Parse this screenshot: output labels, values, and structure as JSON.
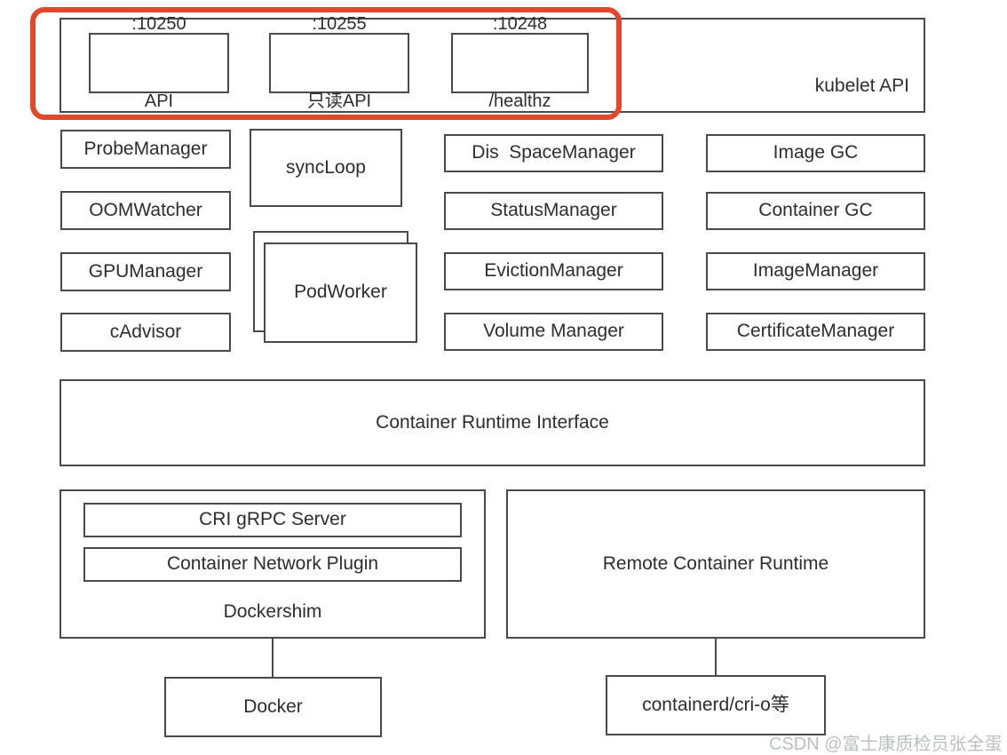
{
  "kubelet_api": {
    "label": "kubelet API",
    "ports": [
      {
        "line1": ":10250",
        "line2": "API"
      },
      {
        "line1": ":10255",
        "line2": "只读API"
      },
      {
        "line1": ":10248",
        "line2": "/healthz"
      }
    ]
  },
  "managers": {
    "col1": [
      "ProbeManager",
      "OOMWatcher",
      "GPUManager",
      "cAdvisor"
    ],
    "sync_loop": "syncLoop",
    "pod_worker": "PodWorker",
    "col3": [
      "Dis  SpaceManager",
      "StatusManager",
      "EvictionManager",
      "Volume Manager"
    ],
    "col4": [
      "Image GC",
      "Container GC",
      "ImageManager",
      "CertificateManager"
    ]
  },
  "cri": {
    "label": "Container Runtime Interface"
  },
  "dockershim": {
    "title": "Dockershim",
    "items": [
      "CRI gRPC Server",
      "Container Network Plugin"
    ]
  },
  "remote_runtime": {
    "label": "Remote Container Runtime"
  },
  "docker": {
    "label": "Docker"
  },
  "containerd": {
    "label": "containerd/cri-o等"
  },
  "watermark": "CSDN @富士康质检员张全蛋",
  "colors": {
    "annotation_red": "#e2472c",
    "box_border": "#4a4a4a",
    "text": "#2d2d2d",
    "watermark_gray": "#b9c0bf"
  }
}
